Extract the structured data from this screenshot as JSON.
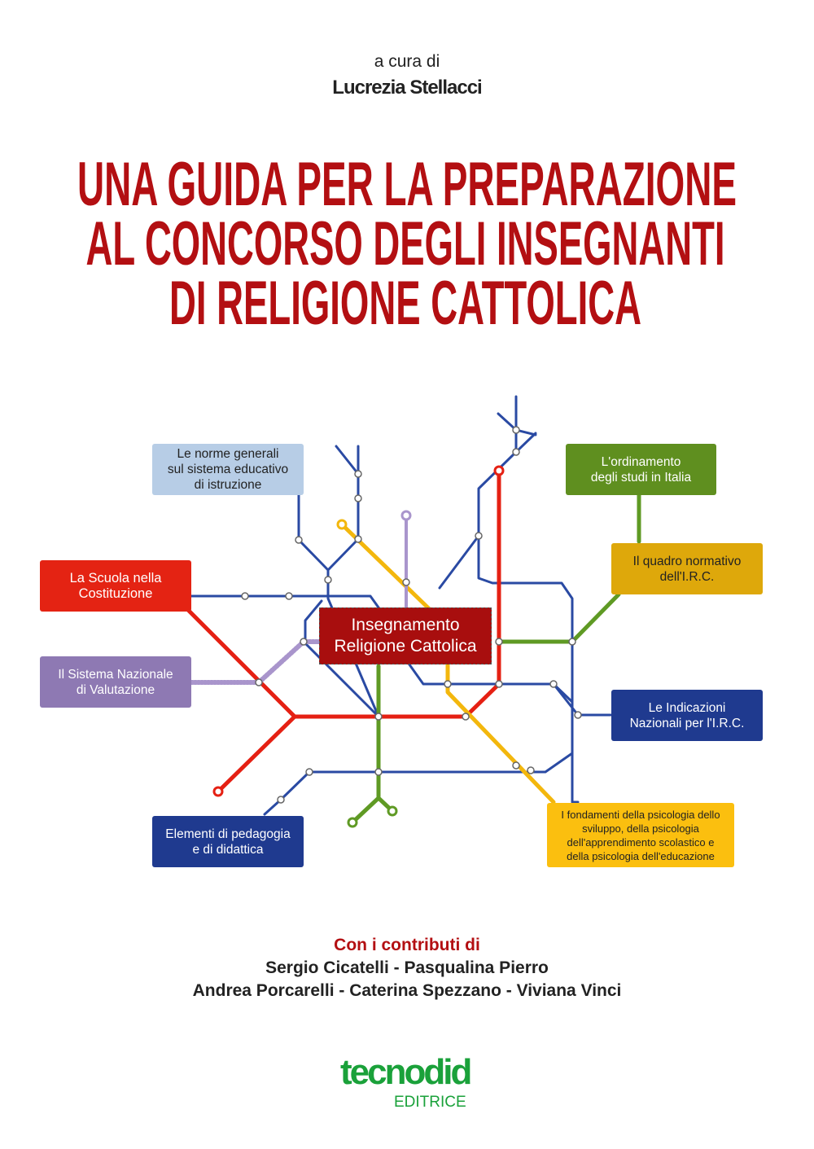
{
  "editor": {
    "prefix": "a cura di",
    "name": "Lucrezia Stellacci"
  },
  "title": {
    "lines": [
      "UNA GUIDA PER LA PREPARAZIONE",
      "AL CONCORSO DEGLI INSEGNANTI",
      "DI RELIGIONE CATTOLICA"
    ],
    "color": "#b30f12"
  },
  "map": {
    "center": {
      "line1": "Insegnamento",
      "line2": "Religione Cattolica"
    },
    "boxes": [
      {
        "text": "Le norme generali\nsul sistema educativo\ndi istruzione",
        "color": "#b7cde6"
      },
      {
        "text": "La Scuola nella\nCostituzione",
        "color": "#e42313"
      },
      {
        "text": "Il Sistema Nazionale\ndi Valutazione",
        "color": "#8e79b3"
      },
      {
        "text": "Elementi di pedagogia\ne di didattica",
        "color": "#1f3a8f"
      },
      {
        "text": "L'ordinamento\ndegli studi in Italia",
        "color": "#5f8f1f"
      },
      {
        "text": "Il quadro normativo\ndell'I.R.C.",
        "color": "#dea80b"
      },
      {
        "text": "Le Indicazioni\nNazionali per l'I.R.C.",
        "color": "#1f3a8f"
      },
      {
        "text": "I fondamenti della psicologia dello\nsviluppo, della psicologia\ndell'apprendimento scolastico e\ndella psicologia dell'educazione",
        "color": "#fbbf0f"
      }
    ]
  },
  "contributors": {
    "heading": "Con i contributi di",
    "line1": "Sergio Cicatelli - Pasqualina Pierro",
    "line2": "Andrea Porcarelli - Caterina Spezzano - Viviana Vinci"
  },
  "publisher": {
    "name": "tecnodid",
    "sub": "EDITRICE",
    "color": "#1aa13a"
  }
}
